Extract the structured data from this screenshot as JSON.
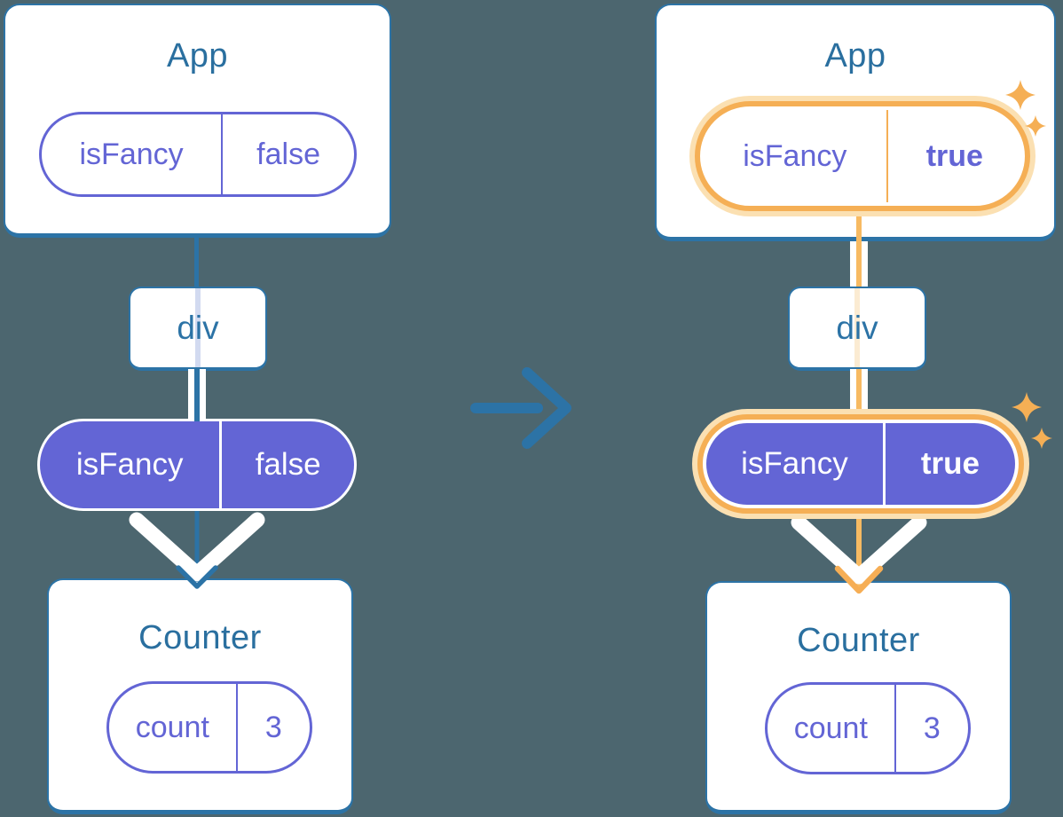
{
  "palette": {
    "background": "#4C666F",
    "card_border_blue": "#2C73A6",
    "title_blue": "#2A6F9F",
    "purple": "#6365D5",
    "faded_purple_line": "#D2DAF0",
    "highlight_orange": "#F5AF55",
    "highlight_halo": "#FBE0B2",
    "orange_line": "#F7BA62",
    "faded_orange_line": "#FBEBD2",
    "white": "#FFFFFF"
  },
  "before": {
    "app": {
      "title": "App",
      "prop_name": "isFancy",
      "prop_value": "false"
    },
    "div_label": "div",
    "passed_prop": {
      "name": "isFancy",
      "value": "false"
    },
    "counter": {
      "title": "Counter",
      "state_name": "count",
      "state_value": "3"
    }
  },
  "after": {
    "app": {
      "title": "App",
      "prop_name": "isFancy",
      "prop_value": "true"
    },
    "div_label": "div",
    "passed_prop": {
      "name": "isFancy",
      "value": "true"
    },
    "counter": {
      "title": "Counter",
      "state_name": "count",
      "state_value": "3"
    }
  },
  "icons": {
    "transition_arrow": "right-arrow",
    "sparkles": "four-point-sparkle"
  }
}
